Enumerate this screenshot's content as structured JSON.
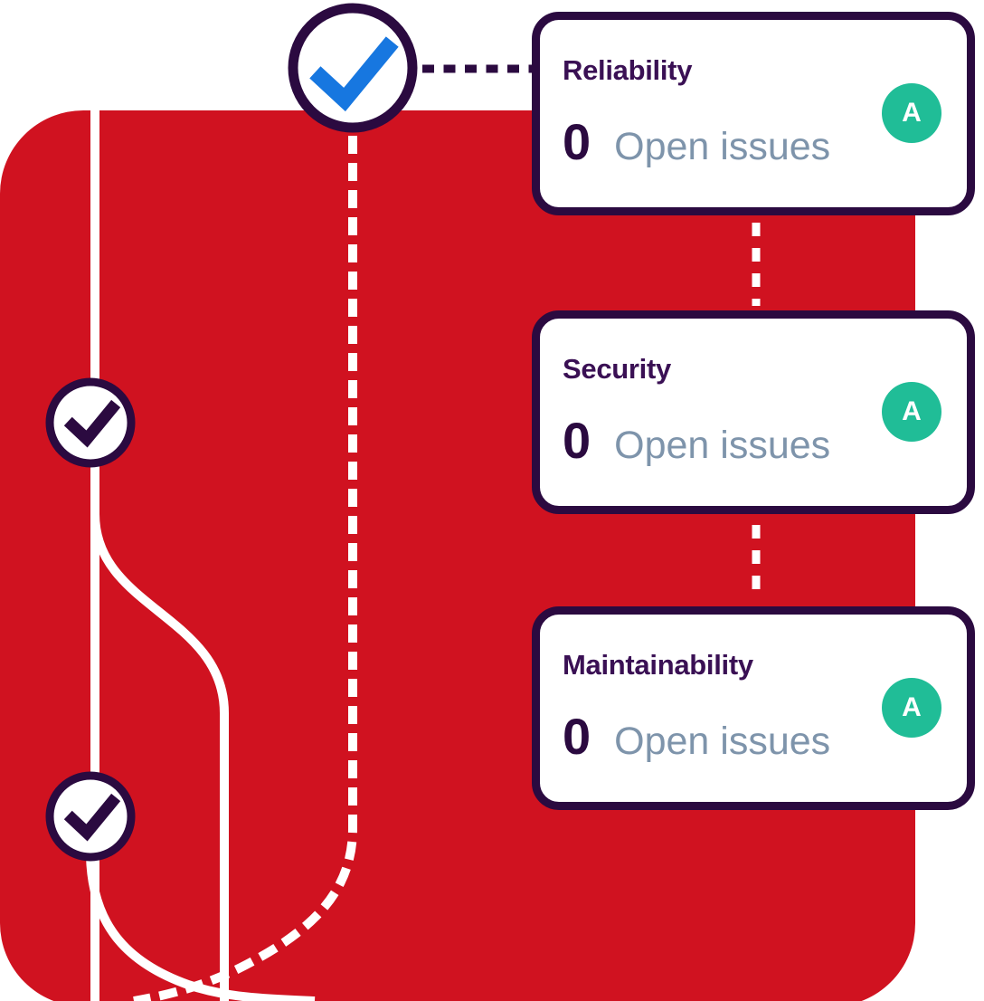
{
  "cards": [
    {
      "title": "Reliability",
      "count": "0",
      "label": "Open issues",
      "rating": "A"
    },
    {
      "title": "Security",
      "count": "0",
      "label": "Open issues",
      "rating": "A"
    },
    {
      "title": "Maintainability",
      "count": "0",
      "label": "Open issues",
      "rating": "A"
    }
  ],
  "icons": {
    "blue_check": "✓",
    "dark_check": "✓",
    "rating_badge_shape": "circle"
  },
  "colors": {
    "red": "#d01220",
    "ink": "#2b0a40",
    "title": "#3a1054",
    "muted": "#7e94ab",
    "blue": "#1777e0",
    "green": "#20bd97",
    "card_bg": "#ffffff"
  }
}
